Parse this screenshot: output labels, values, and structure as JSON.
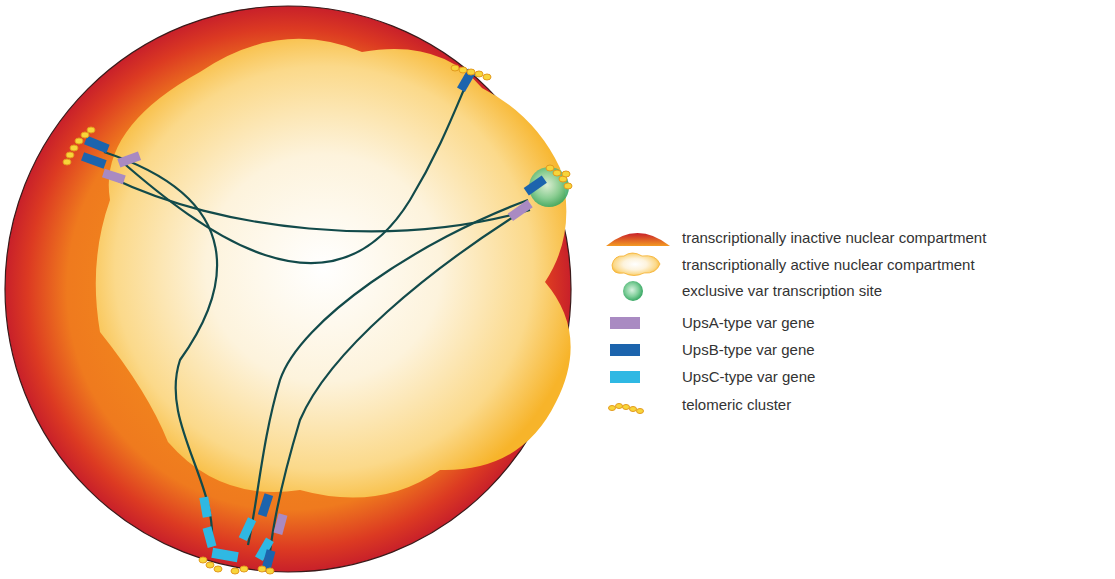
{
  "diagram": {
    "legend": [
      {
        "text": "transcriptionally inactive nuclear compartment"
      },
      {
        "text": "transcriptionally active nuclear compartment"
      },
      {
        "text": "exclusive var transcription site"
      },
      {
        "text": "UpsA-type var gene",
        "color": "#a98ac2"
      },
      {
        "text": "UpsB-type var gene",
        "color": "#1c64ad"
      },
      {
        "text": "UpsC-type var gene",
        "color": "#2fb8e3"
      },
      {
        "text": "telomeric cluster"
      }
    ]
  }
}
